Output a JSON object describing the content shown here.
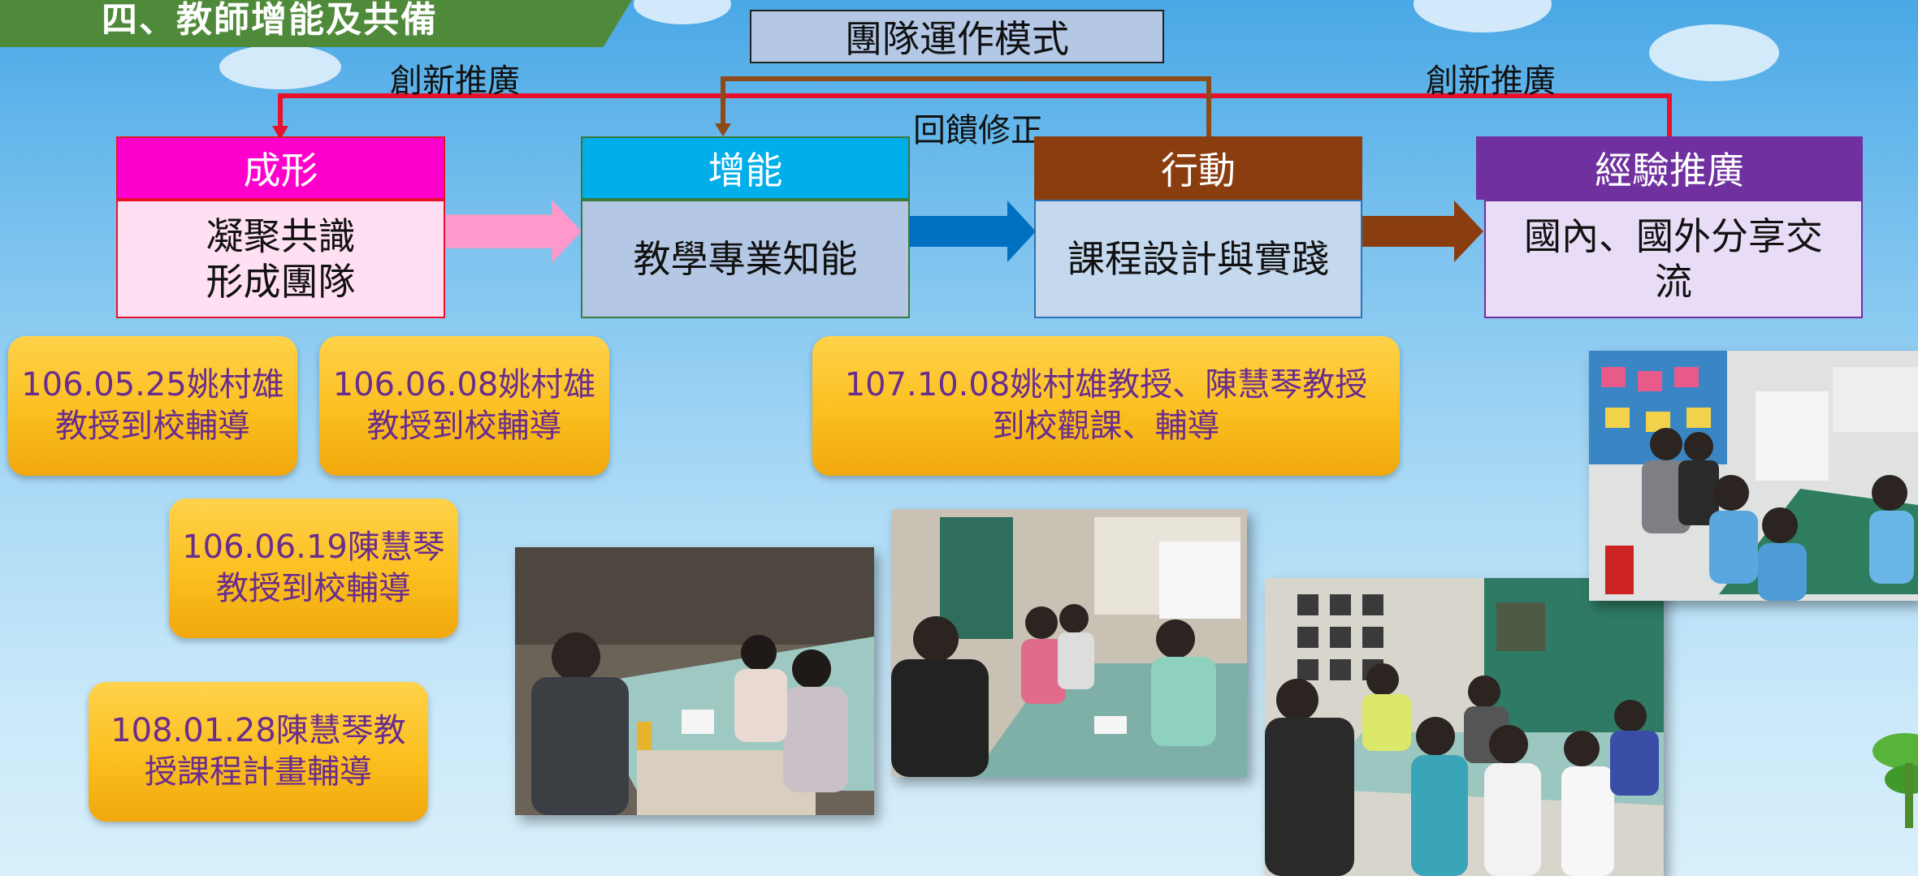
{
  "banner": {
    "title": "四、教師增能及共備"
  },
  "mode_title": "團隊運作模式",
  "labels": {
    "promote_left": "創新推廣",
    "promote_right": "創新推廣",
    "feedback": "回饋修正"
  },
  "stages": [
    {
      "head": "成形",
      "body_lines": [
        "凝聚共識",
        "形成團隊"
      ]
    },
    {
      "head": "增能",
      "body_lines": [
        "教學專業知能"
      ]
    },
    {
      "head": "行動",
      "body_lines": [
        "課程設計與實踐"
      ]
    },
    {
      "head": "經驗推廣",
      "body_lines": [
        "國內、國外分享交",
        "流"
      ]
    }
  ],
  "notes": [
    {
      "lines": [
        "106.05.25姚村雄",
        "教授到校輔導"
      ]
    },
    {
      "lines": [
        "106.06.08姚村雄",
        "教授到校輔導"
      ]
    },
    {
      "lines": [
        "107.10.08姚村雄教授、陳慧琴教授",
        "到校觀課、輔導"
      ]
    },
    {
      "lines": [
        "106.06.19陳慧琴",
        "教授到校輔導"
      ]
    },
    {
      "lines": [
        "108.01.28陳慧琴教",
        "授課程計畫輔導"
      ]
    }
  ],
  "colors": {
    "stage1_head": "#ff00cc",
    "stage1_body": "#ffe0f3",
    "stage1_border": "#e8102a",
    "stage2_head": "#00aeea",
    "stage2_body": "#b4c8e6",
    "stage2_border": "#3a7a3a",
    "stage3_head": "#8a3e10",
    "stage3_body": "#c4d8ee",
    "stage3_border": "#2e74b5",
    "stage4_head": "#7030a0",
    "stage4_body": "#e9dcf6",
    "stage4_border": "#7030a0",
    "promote_line": "#e8102a",
    "feedback_line": "#8a4a1a",
    "arrow1": "#ff99cc",
    "arrow2": "#0070c0",
    "arrow3": "#8a3e10"
  }
}
